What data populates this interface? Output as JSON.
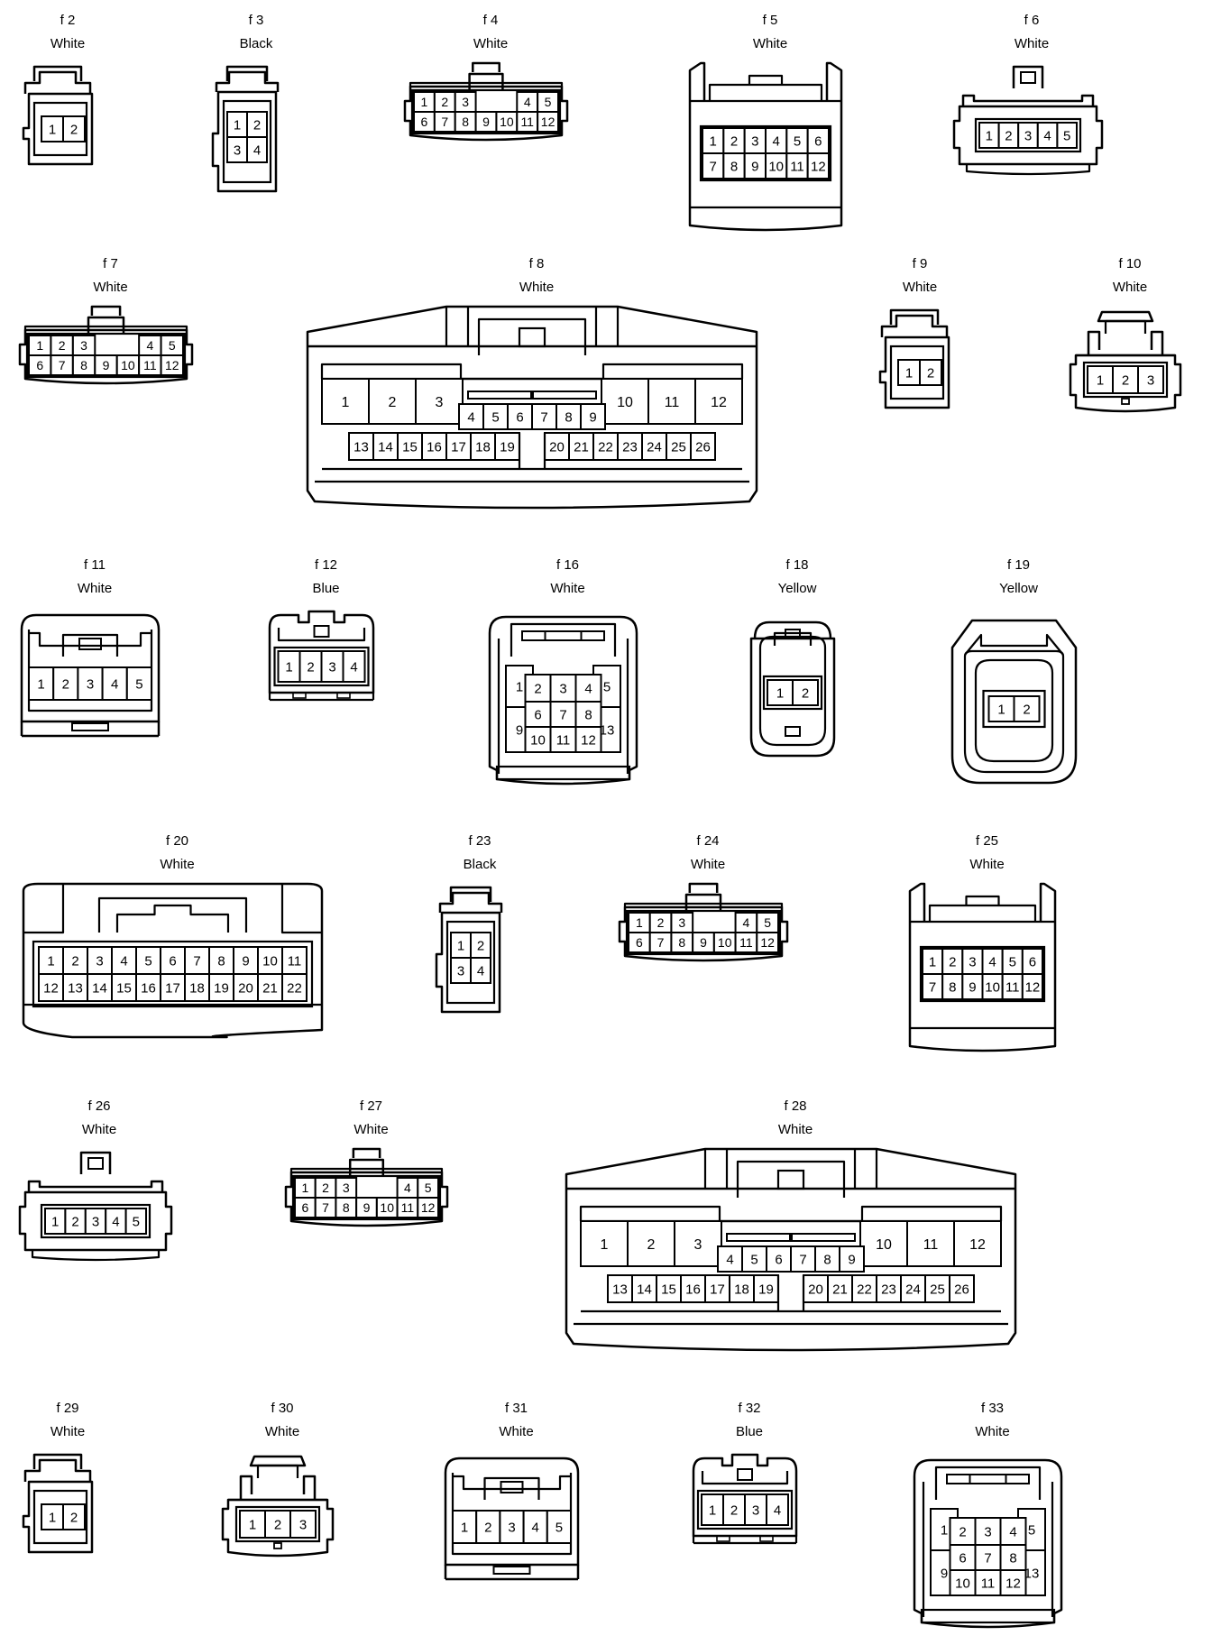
{
  "connectors": [
    {
      "id": "f 2",
      "color": "White",
      "pins": [
        [
          1,
          2
        ]
      ]
    },
    {
      "id": "f 3",
      "color": "Black",
      "pins": [
        [
          1,
          2
        ],
        [
          3,
          4
        ]
      ]
    },
    {
      "id": "f 4",
      "color": "White",
      "pins": [
        [
          1,
          2,
          3,
          null,
          null,
          4,
          5
        ],
        [
          6,
          7,
          8,
          9,
          10,
          11,
          12
        ]
      ]
    },
    {
      "id": "f 5",
      "color": "White",
      "pins": [
        [
          1,
          2,
          3,
          4,
          5,
          6
        ],
        [
          7,
          8,
          9,
          10,
          11,
          12
        ]
      ]
    },
    {
      "id": "f 6",
      "color": "White",
      "pins": [
        [
          1,
          2,
          3,
          4,
          5
        ]
      ]
    },
    {
      "id": "f 7",
      "color": "White",
      "pins": [
        [
          1,
          2,
          3,
          null,
          null,
          4,
          5
        ],
        [
          6,
          7,
          8,
          9,
          10,
          11,
          12
        ]
      ]
    },
    {
      "id": "f 8",
      "color": "White",
      "pins": [
        [
          1,
          2,
          3,
          10,
          11,
          12
        ],
        [
          4,
          5,
          6,
          7,
          8,
          9
        ],
        [
          13,
          14,
          15,
          16,
          17,
          18,
          19,
          20,
          21,
          22,
          23,
          24,
          25,
          26
        ]
      ]
    },
    {
      "id": "f 9",
      "color": "White",
      "pins": [
        [
          1,
          2
        ]
      ]
    },
    {
      "id": "f 10",
      "color": "White",
      "pins": [
        [
          1,
          2,
          3
        ]
      ]
    },
    {
      "id": "f 11",
      "color": "White",
      "pins": [
        [
          1,
          2,
          3,
          4,
          5
        ]
      ]
    },
    {
      "id": "f 12",
      "color": "Blue",
      "pins": [
        [
          1,
          2,
          3,
          4
        ]
      ]
    },
    {
      "id": "f 16",
      "color": "White",
      "pins": [
        [
          1,
          2,
          3,
          4,
          5
        ],
        [
          9,
          6,
          7,
          8,
          13
        ],
        [
          10,
          11,
          12
        ]
      ]
    },
    {
      "id": "f 18",
      "color": "Yellow",
      "pins": [
        [
          1,
          2
        ]
      ]
    },
    {
      "id": "f 19",
      "color": "Yellow",
      "pins": [
        [
          1,
          2
        ]
      ]
    },
    {
      "id": "f 20",
      "color": "White",
      "pins": [
        [
          1,
          2,
          3,
          4,
          5,
          6,
          7,
          8,
          9,
          10,
          11
        ],
        [
          12,
          13,
          14,
          15,
          16,
          17,
          18,
          19,
          20,
          21,
          22
        ]
      ]
    },
    {
      "id": "f 23",
      "color": "Black",
      "pins": [
        [
          1,
          2
        ],
        [
          3,
          4
        ]
      ]
    },
    {
      "id": "f 24",
      "color": "White",
      "pins": [
        [
          1,
          2,
          3,
          null,
          null,
          4,
          5
        ],
        [
          6,
          7,
          8,
          9,
          10,
          11,
          12
        ]
      ]
    },
    {
      "id": "f 25",
      "color": "White",
      "pins": [
        [
          1,
          2,
          3,
          4,
          5,
          6
        ],
        [
          7,
          8,
          9,
          10,
          11,
          12
        ]
      ]
    },
    {
      "id": "f 26",
      "color": "White",
      "pins": [
        [
          1,
          2,
          3,
          4,
          5
        ]
      ]
    },
    {
      "id": "f 27",
      "color": "White",
      "pins": [
        [
          1,
          2,
          3,
          null,
          null,
          4,
          5
        ],
        [
          6,
          7,
          8,
          9,
          10,
          11,
          12
        ]
      ]
    },
    {
      "id": "f 28",
      "color": "White",
      "pins": [
        [
          1,
          2,
          3,
          10,
          11,
          12
        ],
        [
          4,
          5,
          6,
          7,
          8,
          9
        ],
        [
          13,
          14,
          15,
          16,
          17,
          18,
          19,
          20,
          21,
          22,
          23,
          24,
          25,
          26
        ]
      ]
    },
    {
      "id": "f 29",
      "color": "White",
      "pins": [
        [
          1,
          2
        ]
      ]
    },
    {
      "id": "f 30",
      "color": "White",
      "pins": [
        [
          1,
          2,
          3
        ]
      ]
    },
    {
      "id": "f 31",
      "color": "White",
      "pins": [
        [
          1,
          2,
          3,
          4,
          5
        ]
      ]
    },
    {
      "id": "f 32",
      "color": "Blue",
      "pins": [
        [
          1,
          2,
          3,
          4
        ]
      ]
    },
    {
      "id": "f 33",
      "color": "White",
      "pins": [
        [
          1,
          2,
          3,
          4,
          5
        ],
        [
          9,
          6,
          7,
          8,
          13
        ],
        [
          10,
          11,
          12
        ]
      ]
    }
  ]
}
